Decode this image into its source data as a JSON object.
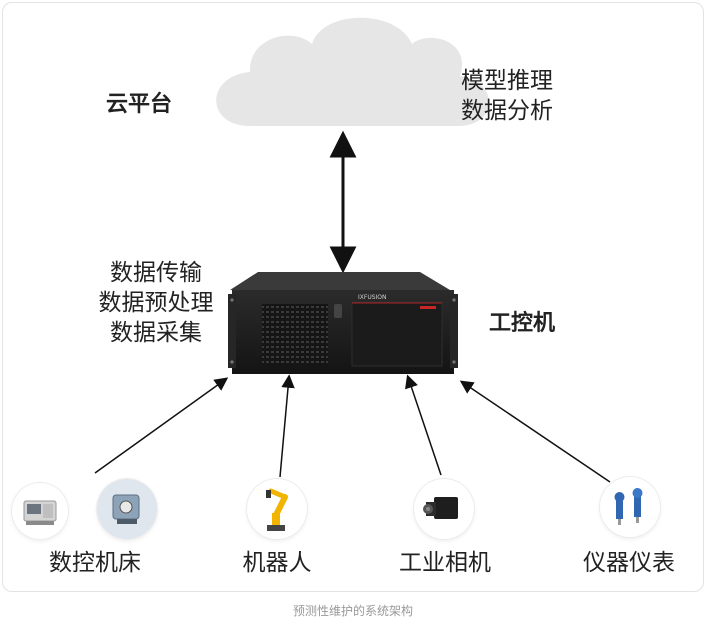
{
  "cloud": {
    "title": "云平台",
    "functions": [
      "模型推理",
      "数据分析"
    ]
  },
  "ipc": {
    "title": "工控机",
    "functions": [
      "数据传输",
      "数据预处理",
      "数据采集"
    ],
    "brand": "IXFUSION"
  },
  "devices": [
    {
      "label": "数控机床"
    },
    {
      "label": "机器人"
    },
    {
      "label": "工业相机"
    },
    {
      "label": "仪器仪表"
    }
  ],
  "caption": "预测性维护的系统架构",
  "colors": {
    "arrow": "#111111",
    "cloud": "#e6e6e6",
    "ipc_body": "#1e1e1e",
    "robot": "#f1b400",
    "gauge": "#2f67b1"
  }
}
